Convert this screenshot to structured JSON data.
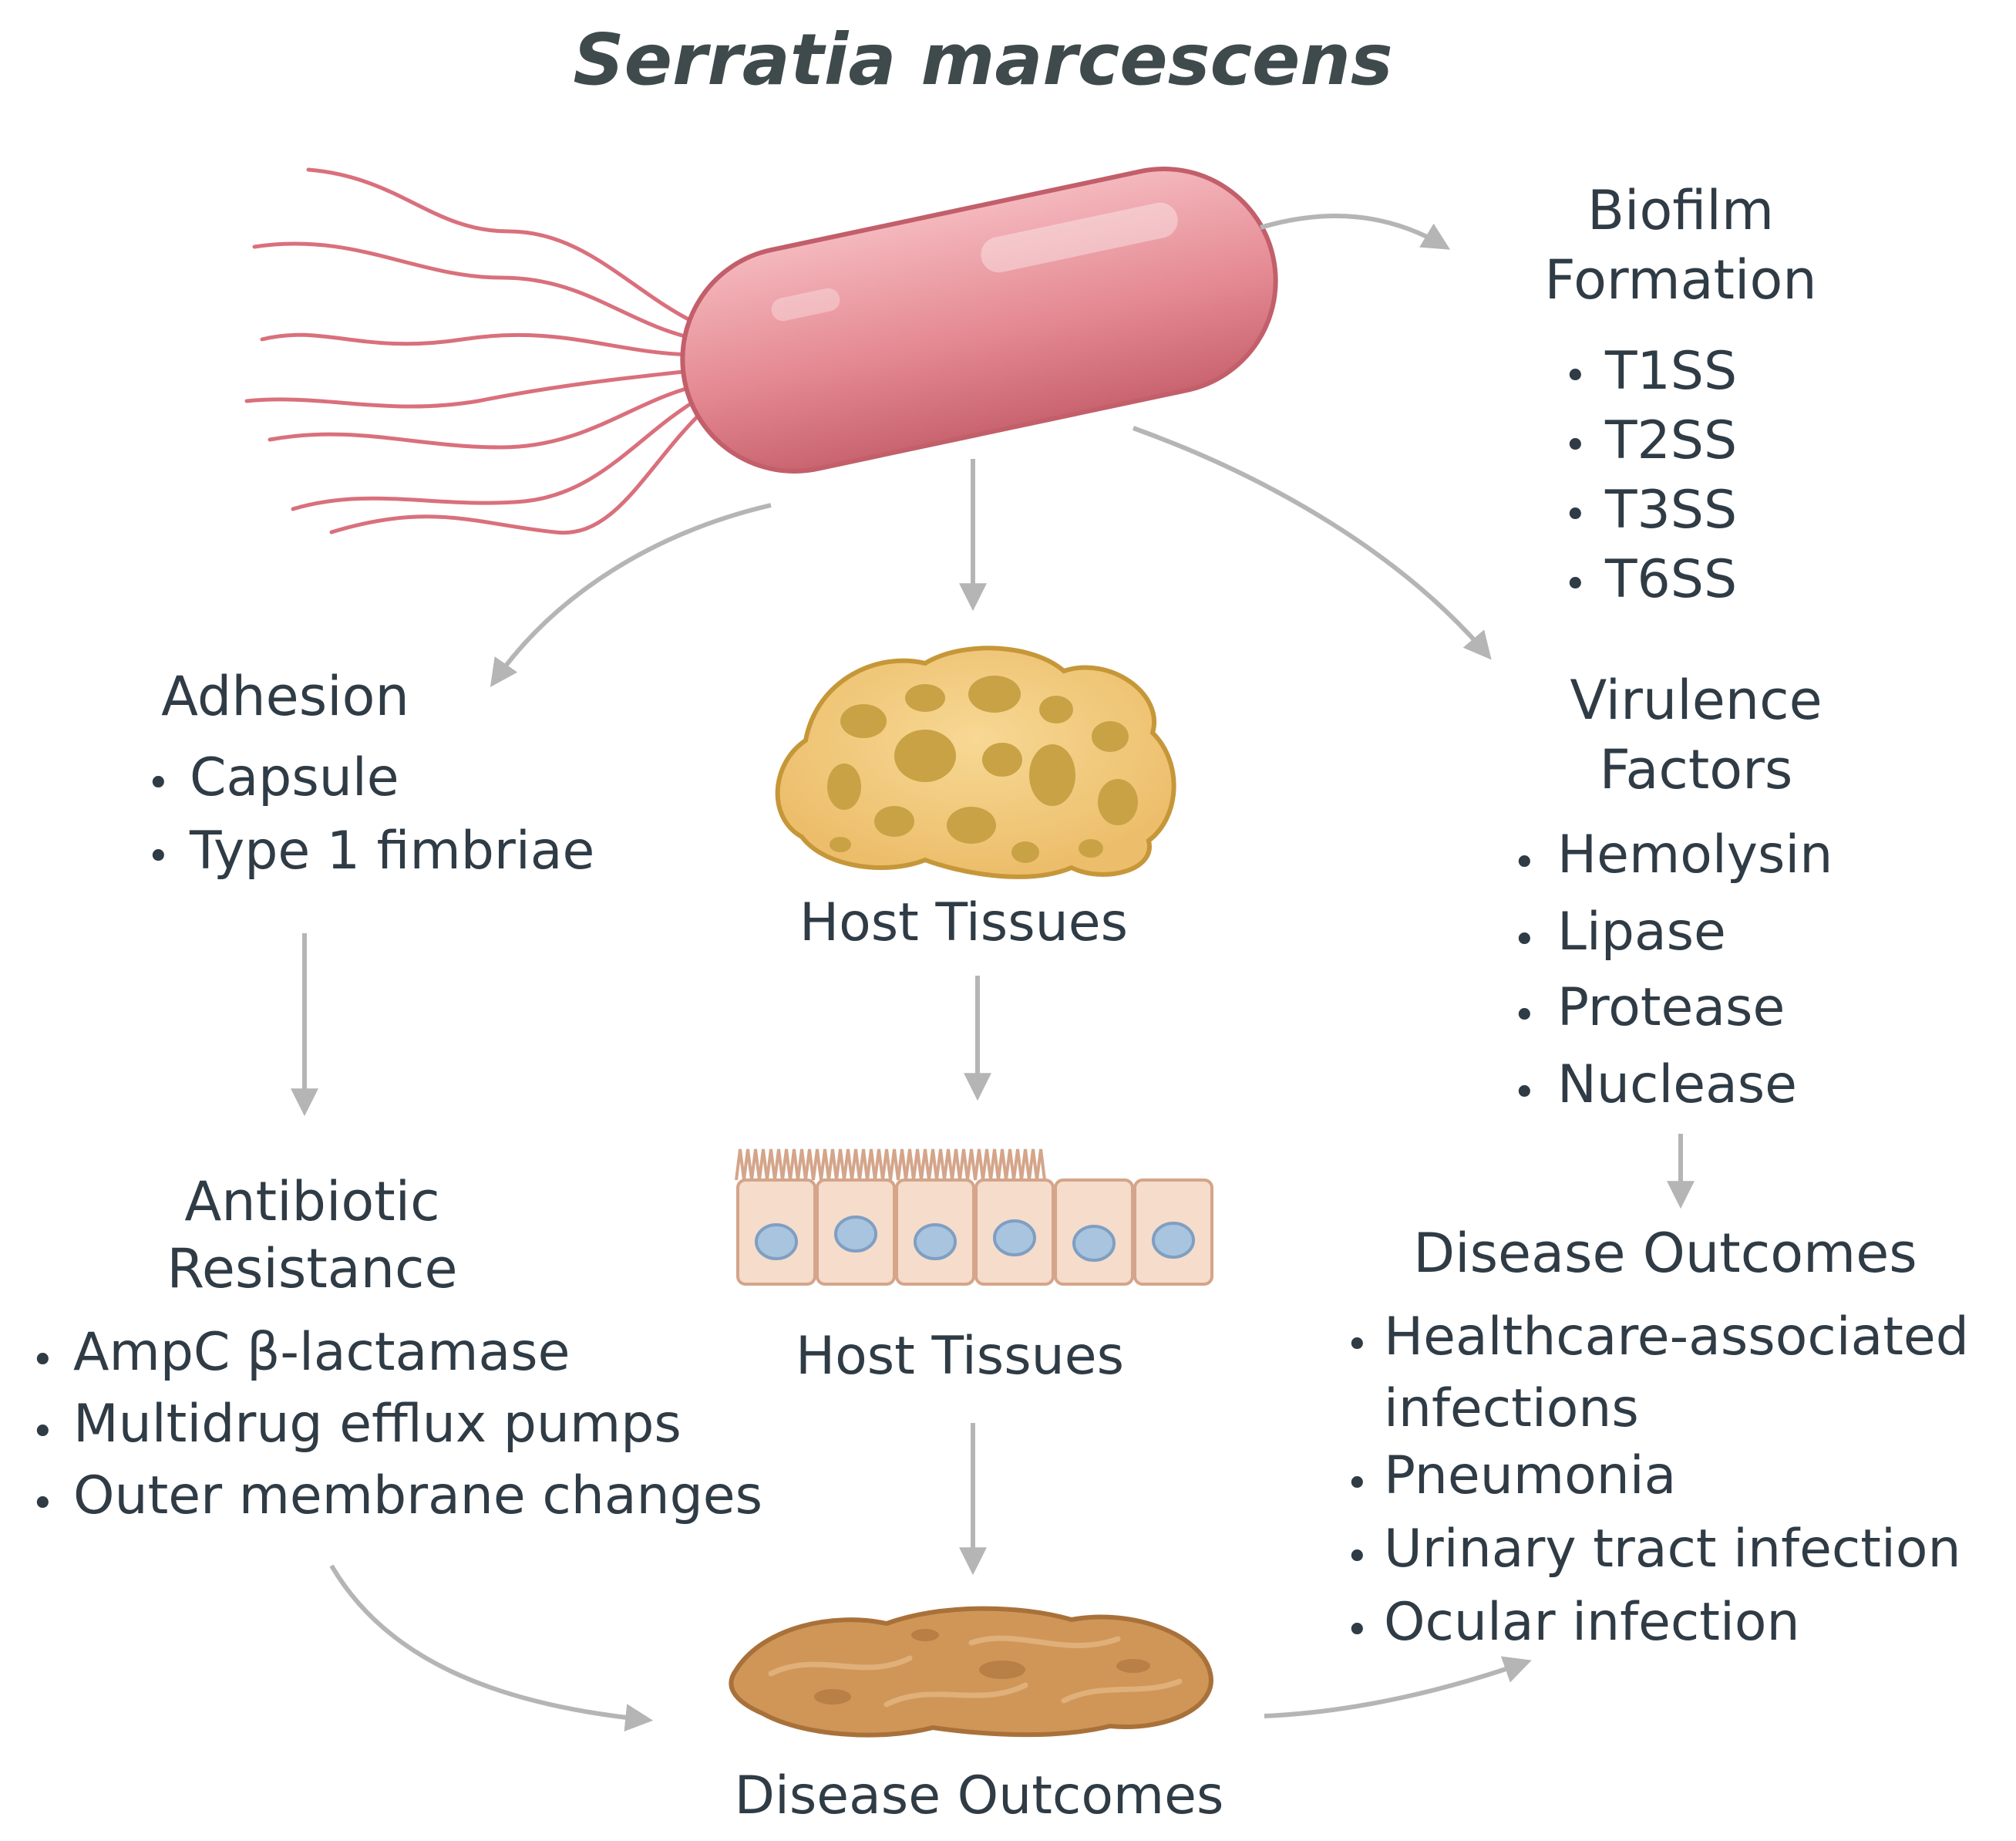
{
  "title": "Serratia marcescens",
  "biofilm": {
    "heading": [
      "Biofilm",
      "Formation"
    ],
    "items": [
      "T1SS",
      "T2SS",
      "T3SS",
      "T6SS"
    ]
  },
  "adhesion": {
    "heading": "Adhesion",
    "items": [
      "Capsule",
      "Type 1 fimbriae"
    ]
  },
  "host_tissues_1": {
    "label": "Host Tissues"
  },
  "host_tissues_2": {
    "label": "Host Tissues"
  },
  "virulence": {
    "heading": [
      "Virulence",
      "Factors"
    ],
    "items": [
      "Hemolysin",
      "Lipase",
      "Protease",
      "Nuclease"
    ]
  },
  "resistance": {
    "heading": [
      "Antibiotic",
      "Resistance"
    ],
    "items": [
      "AmpC β-lactamase",
      "Multidrug efflux pumps",
      "Outer membrane changes"
    ]
  },
  "disease_right": {
    "heading": "Disease Outcomes",
    "items": [
      "Healthcare-associated",
      "infections",
      "Pneumonia",
      "Urinary tract infection",
      "Ocular infection"
    ]
  },
  "disease_bottom": {
    "label": "Disease Outcomes"
  },
  "bullet": "•",
  "colors": {
    "arrow": "#b5b5b5",
    "bacterium": "#e3868f",
    "flagella": "#d9707c",
    "tissue_fill": "#f4cd7f",
    "tissue_spots": "#c8a245",
    "epithelium": "#f6dccb",
    "nucleus": "#a9c4de",
    "disease_tissue": "#cf9658"
  }
}
